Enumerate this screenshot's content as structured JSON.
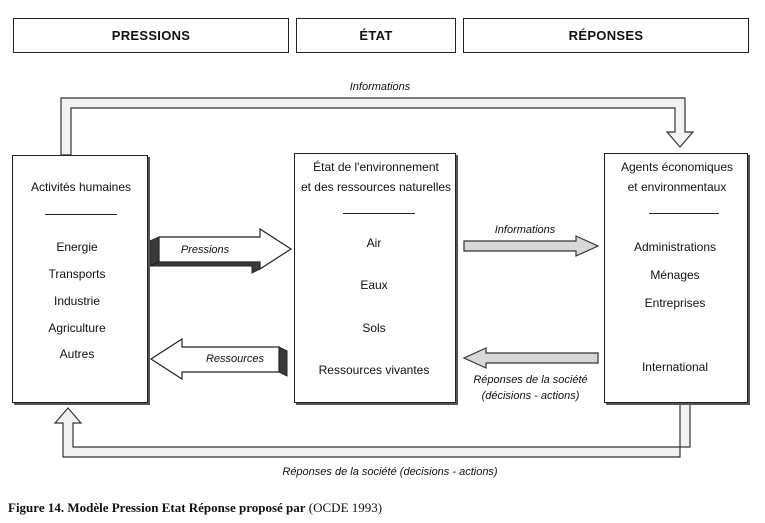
{
  "headers": {
    "pressions": "PRESSIONS",
    "etat": "ÉTAT",
    "reponses": "RÉPONSES"
  },
  "top_flow_label": "Informations",
  "bottom_flow_label": "Réponses de la société (decisions - actions)",
  "left_box": {
    "title": "Activités humaines",
    "items": [
      "Energie",
      "Transports",
      "Industrie",
      "Agriculture",
      "Autres"
    ]
  },
  "middle_box": {
    "title_line1": "État de l'environnement",
    "title_line2": "et des ressources naturelles",
    "items": [
      "Air",
      "Eaux",
      "Sols",
      "Ressources vivantes"
    ]
  },
  "right_box": {
    "title_line1": "Agents économiques",
    "title_line2": "et environmentaux",
    "items": [
      "Administrations",
      "Ménages",
      "Entreprises",
      "International"
    ]
  },
  "arrows": {
    "pressions": "Pressions",
    "ressources": "Ressources",
    "informations": "Informations",
    "reponses_line1": "Réponses de la société",
    "reponses_line2": "(décisions - actions)"
  },
  "caption": {
    "bold": "Figure 14. Modèle Pression Etat Réponse proposé par",
    "normal": " (OCDE 1993)"
  }
}
